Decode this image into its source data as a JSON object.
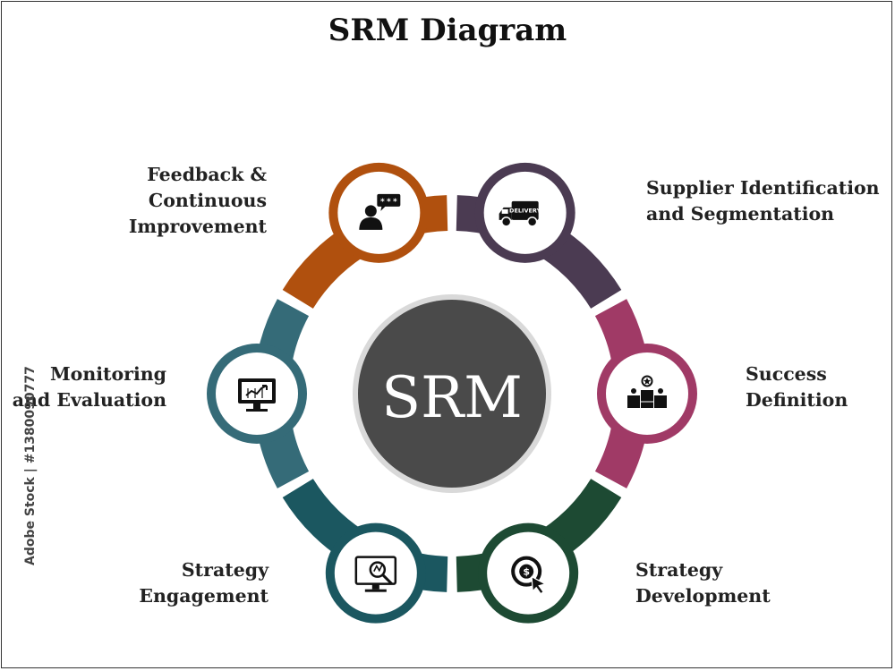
{
  "title": "SRM Diagram",
  "center_label": "SRM",
  "stock_id": "Adobe Stock | #1380090777",
  "colors": {
    "center_fill": "#4a4a4a",
    "center_ring": "#d9d9d9",
    "center_text": "#ffffff",
    "icon": "#111111"
  },
  "segments": [
    {
      "id": "supplier",
      "label_lines": [
        "Supplier Identification",
        "and Segmentation"
      ],
      "color": "#4b3b52",
      "icon": "delivery-truck-icon",
      "icon_text": "DELIVERY"
    },
    {
      "id": "success",
      "label_lines": [
        "Success",
        "Definition"
      ],
      "color": "#a03a66",
      "icon": "podium-icon"
    },
    {
      "id": "development",
      "label_lines": [
        "Strategy",
        "Development"
      ],
      "color": "#1d4a33",
      "icon": "dollar-click-icon"
    },
    {
      "id": "engagement",
      "label_lines": [
        "Strategy",
        "Engagement"
      ],
      "color": "#1b5760",
      "icon": "monitor-magnifier-icon"
    },
    {
      "id": "monitoring",
      "label_lines": [
        "Monitoring",
        "and Evaluation"
      ],
      "color": "#356b78",
      "icon": "monitor-chart-icon"
    },
    {
      "id": "feedback",
      "label_lines": [
        "Feedback &",
        "Continuous",
        "Improvement"
      ],
      "color": "#b0500e",
      "icon": "feedback-person-icon"
    }
  ]
}
